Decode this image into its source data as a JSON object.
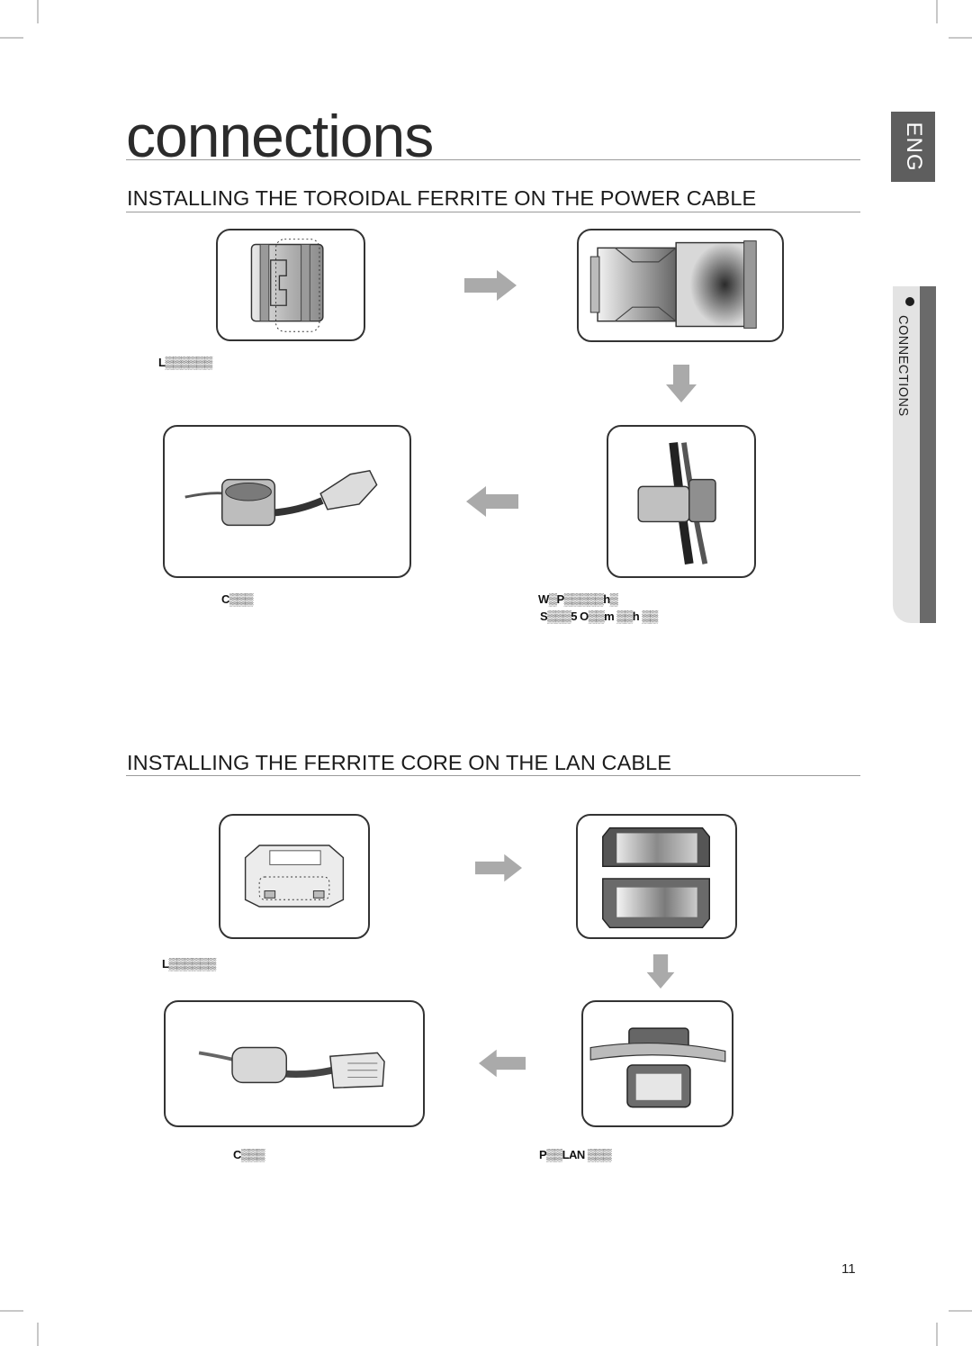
{
  "page": {
    "title": "connections",
    "language_tab": "ENG",
    "side_tab_label": "CONNECTIONS",
    "page_number": "11"
  },
  "sections": [
    {
      "heading": "INSTALLING THE TOROIDAL FERRITE ON THE POWER CABLE",
      "captions": {
        "step1": "L▒▒▒▒▒▒",
        "step4": "C▒▒▒",
        "step3_line1": "W▒P▒▒▒▒▒h▒",
        "step3_line2": "S▒▒▒5 O▒▒m ▒▒h ▒▒"
      }
    },
    {
      "heading": "INSTALLING THE FERRITE CORE ON THE LAN CABLE",
      "captions": {
        "step1": "L▒▒▒▒▒▒",
        "step4": "C▒▒▒",
        "step3": "P▒▒LAN ▒▒▒"
      }
    }
  ],
  "colors": {
    "tab_dark": "#5e5e5e",
    "tab_light": "#e3e3e3",
    "arrow_gray": "#aaaaaa"
  },
  "icons": {
    "arrow_right": "arrow-right-icon",
    "arrow_down": "arrow-down-icon",
    "arrow_left": "arrow-left-icon",
    "bullet": "bullet-dot-icon"
  }
}
